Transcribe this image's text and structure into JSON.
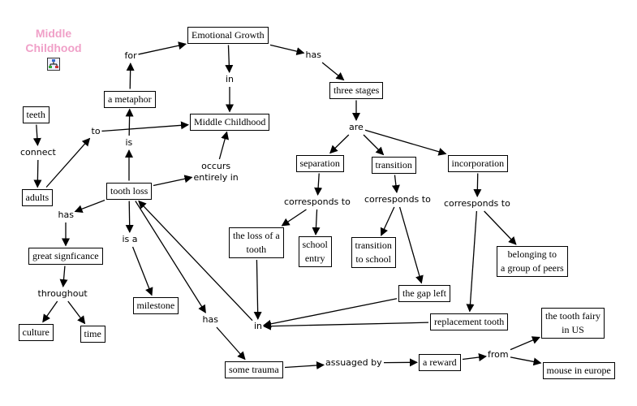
{
  "map_title": "Middle Childhood",
  "map_title_lines": [
    "Middle",
    "Childhood"
  ],
  "icon": "concept-map-icon",
  "concepts": [
    {
      "id": "emotional",
      "label": "Emotional Growth"
    },
    {
      "id": "middle",
      "label": "Middle Childhood"
    },
    {
      "id": "metaphor",
      "label": "a metaphor"
    },
    {
      "id": "teeth",
      "label": "teeth"
    },
    {
      "id": "adults",
      "label": "adults"
    },
    {
      "id": "toothloss",
      "label": "tooth loss"
    },
    {
      "id": "significance",
      "label": "great signficance"
    },
    {
      "id": "culture",
      "label": "culture"
    },
    {
      "id": "time",
      "label": "time"
    },
    {
      "id": "milestone",
      "label": "milestone"
    },
    {
      "id": "trauma",
      "label": "some trauma"
    },
    {
      "id": "reward",
      "label": "a reward"
    },
    {
      "id": "fairy",
      "label": "the tooth fairy\nin US"
    },
    {
      "id": "mouse",
      "label": "mouse in europe"
    },
    {
      "id": "three",
      "label": "three stages"
    },
    {
      "id": "separation",
      "label": "separation"
    },
    {
      "id": "transition",
      "label": "transition"
    },
    {
      "id": "incorporation",
      "label": "incorporation"
    },
    {
      "id": "lossofa",
      "label": "the loss of a\ntooth"
    },
    {
      "id": "school",
      "label": "school\nentry"
    },
    {
      "id": "transschool",
      "label": "transition\nto school"
    },
    {
      "id": "belonging",
      "label": "belonging to\na group of peers"
    },
    {
      "id": "gap",
      "label": "the gap left"
    },
    {
      "id": "replacement",
      "label": "replacement tooth"
    }
  ],
  "linking_phrases": [
    {
      "id": "for",
      "label": "for"
    },
    {
      "id": "in1",
      "label": "in"
    },
    {
      "id": "has1",
      "label": "has"
    },
    {
      "id": "to",
      "label": "to"
    },
    {
      "id": "connect",
      "label": "connect"
    },
    {
      "id": "is",
      "label": "is"
    },
    {
      "id": "occurs",
      "label": "occurs\nentirely in"
    },
    {
      "id": "has2",
      "label": "has"
    },
    {
      "id": "throughout",
      "label": "throughout"
    },
    {
      "id": "isa",
      "label": "is a"
    },
    {
      "id": "has3",
      "label": "has"
    },
    {
      "id": "in2",
      "label": "in"
    },
    {
      "id": "assuaged",
      "label": "assuaged by"
    },
    {
      "id": "from",
      "label": "from"
    },
    {
      "id": "are",
      "label": "are"
    },
    {
      "id": "corr1",
      "label": "corresponds to"
    },
    {
      "id": "corr2",
      "label": "corresponds to"
    },
    {
      "id": "corr3",
      "label": "corresponds to"
    }
  ],
  "connections": [
    [
      "metaphor",
      "for"
    ],
    [
      "for",
      "emotional"
    ],
    [
      "emotional",
      "in1"
    ],
    [
      "in1",
      "middle"
    ],
    [
      "emotional",
      "has1"
    ],
    [
      "has1",
      "three"
    ],
    [
      "teeth",
      "connect"
    ],
    [
      "connect",
      "adults"
    ],
    [
      "adults",
      "to"
    ],
    [
      "to",
      "middle"
    ],
    [
      "toothloss",
      "is"
    ],
    [
      "is",
      "metaphor"
    ],
    [
      "toothloss",
      "occurs"
    ],
    [
      "occurs",
      "middle"
    ],
    [
      "toothloss",
      "has2"
    ],
    [
      "has2",
      "significance"
    ],
    [
      "significance",
      "throughout"
    ],
    [
      "throughout",
      "culture"
    ],
    [
      "throughout",
      "time"
    ],
    [
      "toothloss",
      "isa"
    ],
    [
      "isa",
      "milestone"
    ],
    [
      "toothloss",
      "has3"
    ],
    [
      "has3",
      "trauma"
    ],
    [
      "in2",
      "toothloss"
    ],
    [
      "trauma",
      "assuaged"
    ],
    [
      "assuaged",
      "reward"
    ],
    [
      "reward",
      "from"
    ],
    [
      "from",
      "fairy"
    ],
    [
      "from",
      "mouse"
    ],
    [
      "three",
      "are"
    ],
    [
      "are",
      "separation"
    ],
    [
      "are",
      "transition"
    ],
    [
      "are",
      "incorporation"
    ],
    [
      "separation",
      "corr1"
    ],
    [
      "corr1",
      "lossofa"
    ],
    [
      "corr1",
      "school"
    ],
    [
      "transition",
      "corr2"
    ],
    [
      "corr2",
      "transschool"
    ],
    [
      "corr2",
      "gap"
    ],
    [
      "incorporation",
      "corr3"
    ],
    [
      "corr3",
      "belonging"
    ],
    [
      "corr3",
      "replacement"
    ],
    [
      "lossofa",
      "in2"
    ],
    [
      "gap",
      "in2"
    ],
    [
      "replacement",
      "in2"
    ]
  ]
}
